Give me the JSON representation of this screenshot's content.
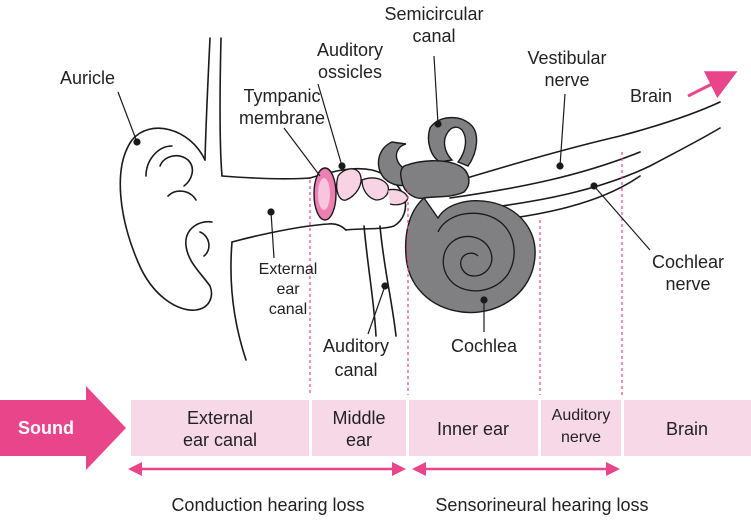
{
  "labels": {
    "auricle": "Auricle",
    "auditory_ossicles_1": "Auditory",
    "auditory_ossicles_2": "ossicles",
    "semicircular_1": "Semicircular",
    "semicircular_2": "canal",
    "vestibular_1": "Vestibular",
    "vestibular_2": "nerve",
    "brain": "Brain",
    "tympanic_1": "Tympanic",
    "tympanic_2": "membrane",
    "external_canal_1": "External",
    "external_canal_2": "ear",
    "external_canal_3": "canal",
    "cochlear_nerve_1": "Cochlear",
    "cochlear_nerve_2": "nerve",
    "auditory_canal_1": "Auditory",
    "auditory_canal_2": "canal",
    "cochlea": "Cochlea"
  },
  "bar": {
    "sound": "Sound",
    "segments": [
      {
        "line1": "External",
        "line2": "ear canal"
      },
      {
        "line1": "Middle",
        "line2": "ear"
      },
      {
        "line1": "Inner ear",
        "line2": ""
      },
      {
        "line1": "Auditory",
        "line2": "nerve"
      },
      {
        "line1": "Brain",
        "line2": ""
      }
    ]
  },
  "bottom": {
    "conduction": "Conduction hearing loss",
    "sensorineural": "Sensorineural hearing loss"
  },
  "colors": {
    "pink": "#e8458b",
    "pink_light": "#f7d3e3",
    "pink_bar": "#f6d8e6",
    "gray": "#808082",
    "line": "#1a1a1a"
  }
}
